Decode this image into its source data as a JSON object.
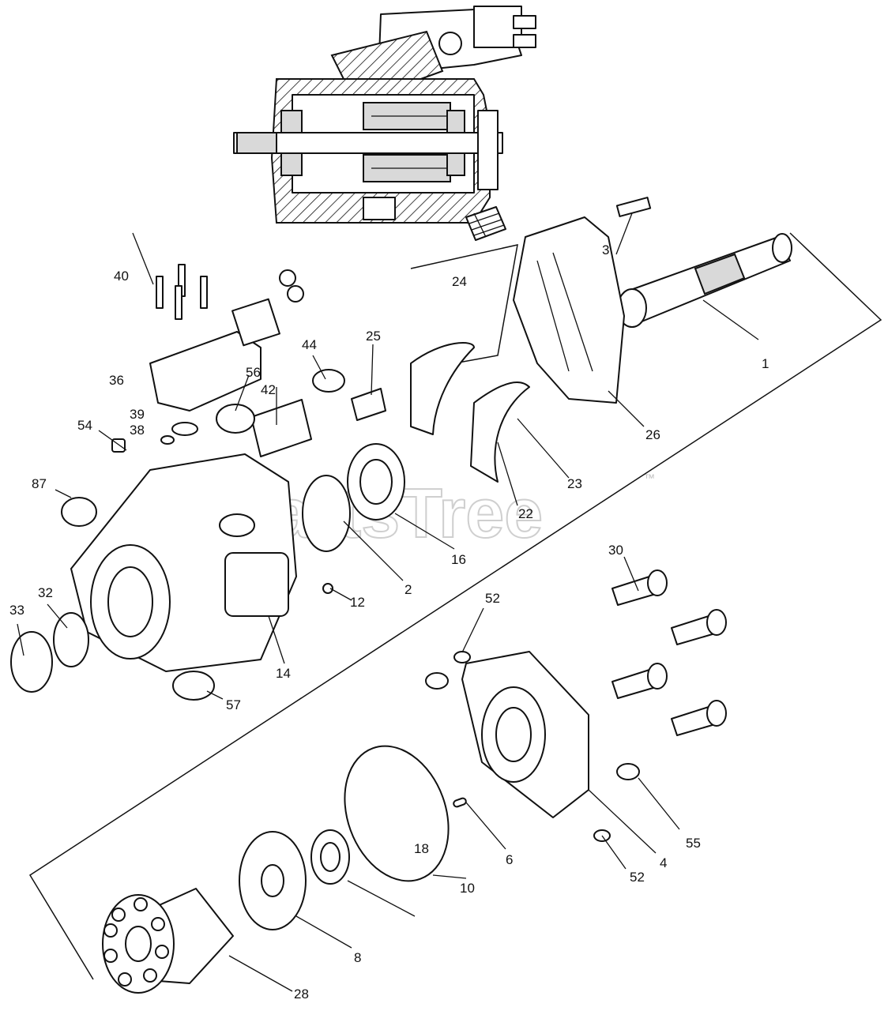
{
  "watermark": {
    "text": "PartsTree",
    "trademark": "™"
  },
  "callouts": [
    "1",
    "2",
    "3",
    "4",
    "6",
    "8",
    "10",
    "12",
    "14",
    "16",
    "18",
    "22",
    "23",
    "24",
    "25",
    "26",
    "28",
    "30",
    "32",
    "33",
    "36",
    "38",
    "39",
    "40",
    "42",
    "44",
    "52",
    "52",
    "54",
    "55",
    "56",
    "57",
    "87"
  ]
}
